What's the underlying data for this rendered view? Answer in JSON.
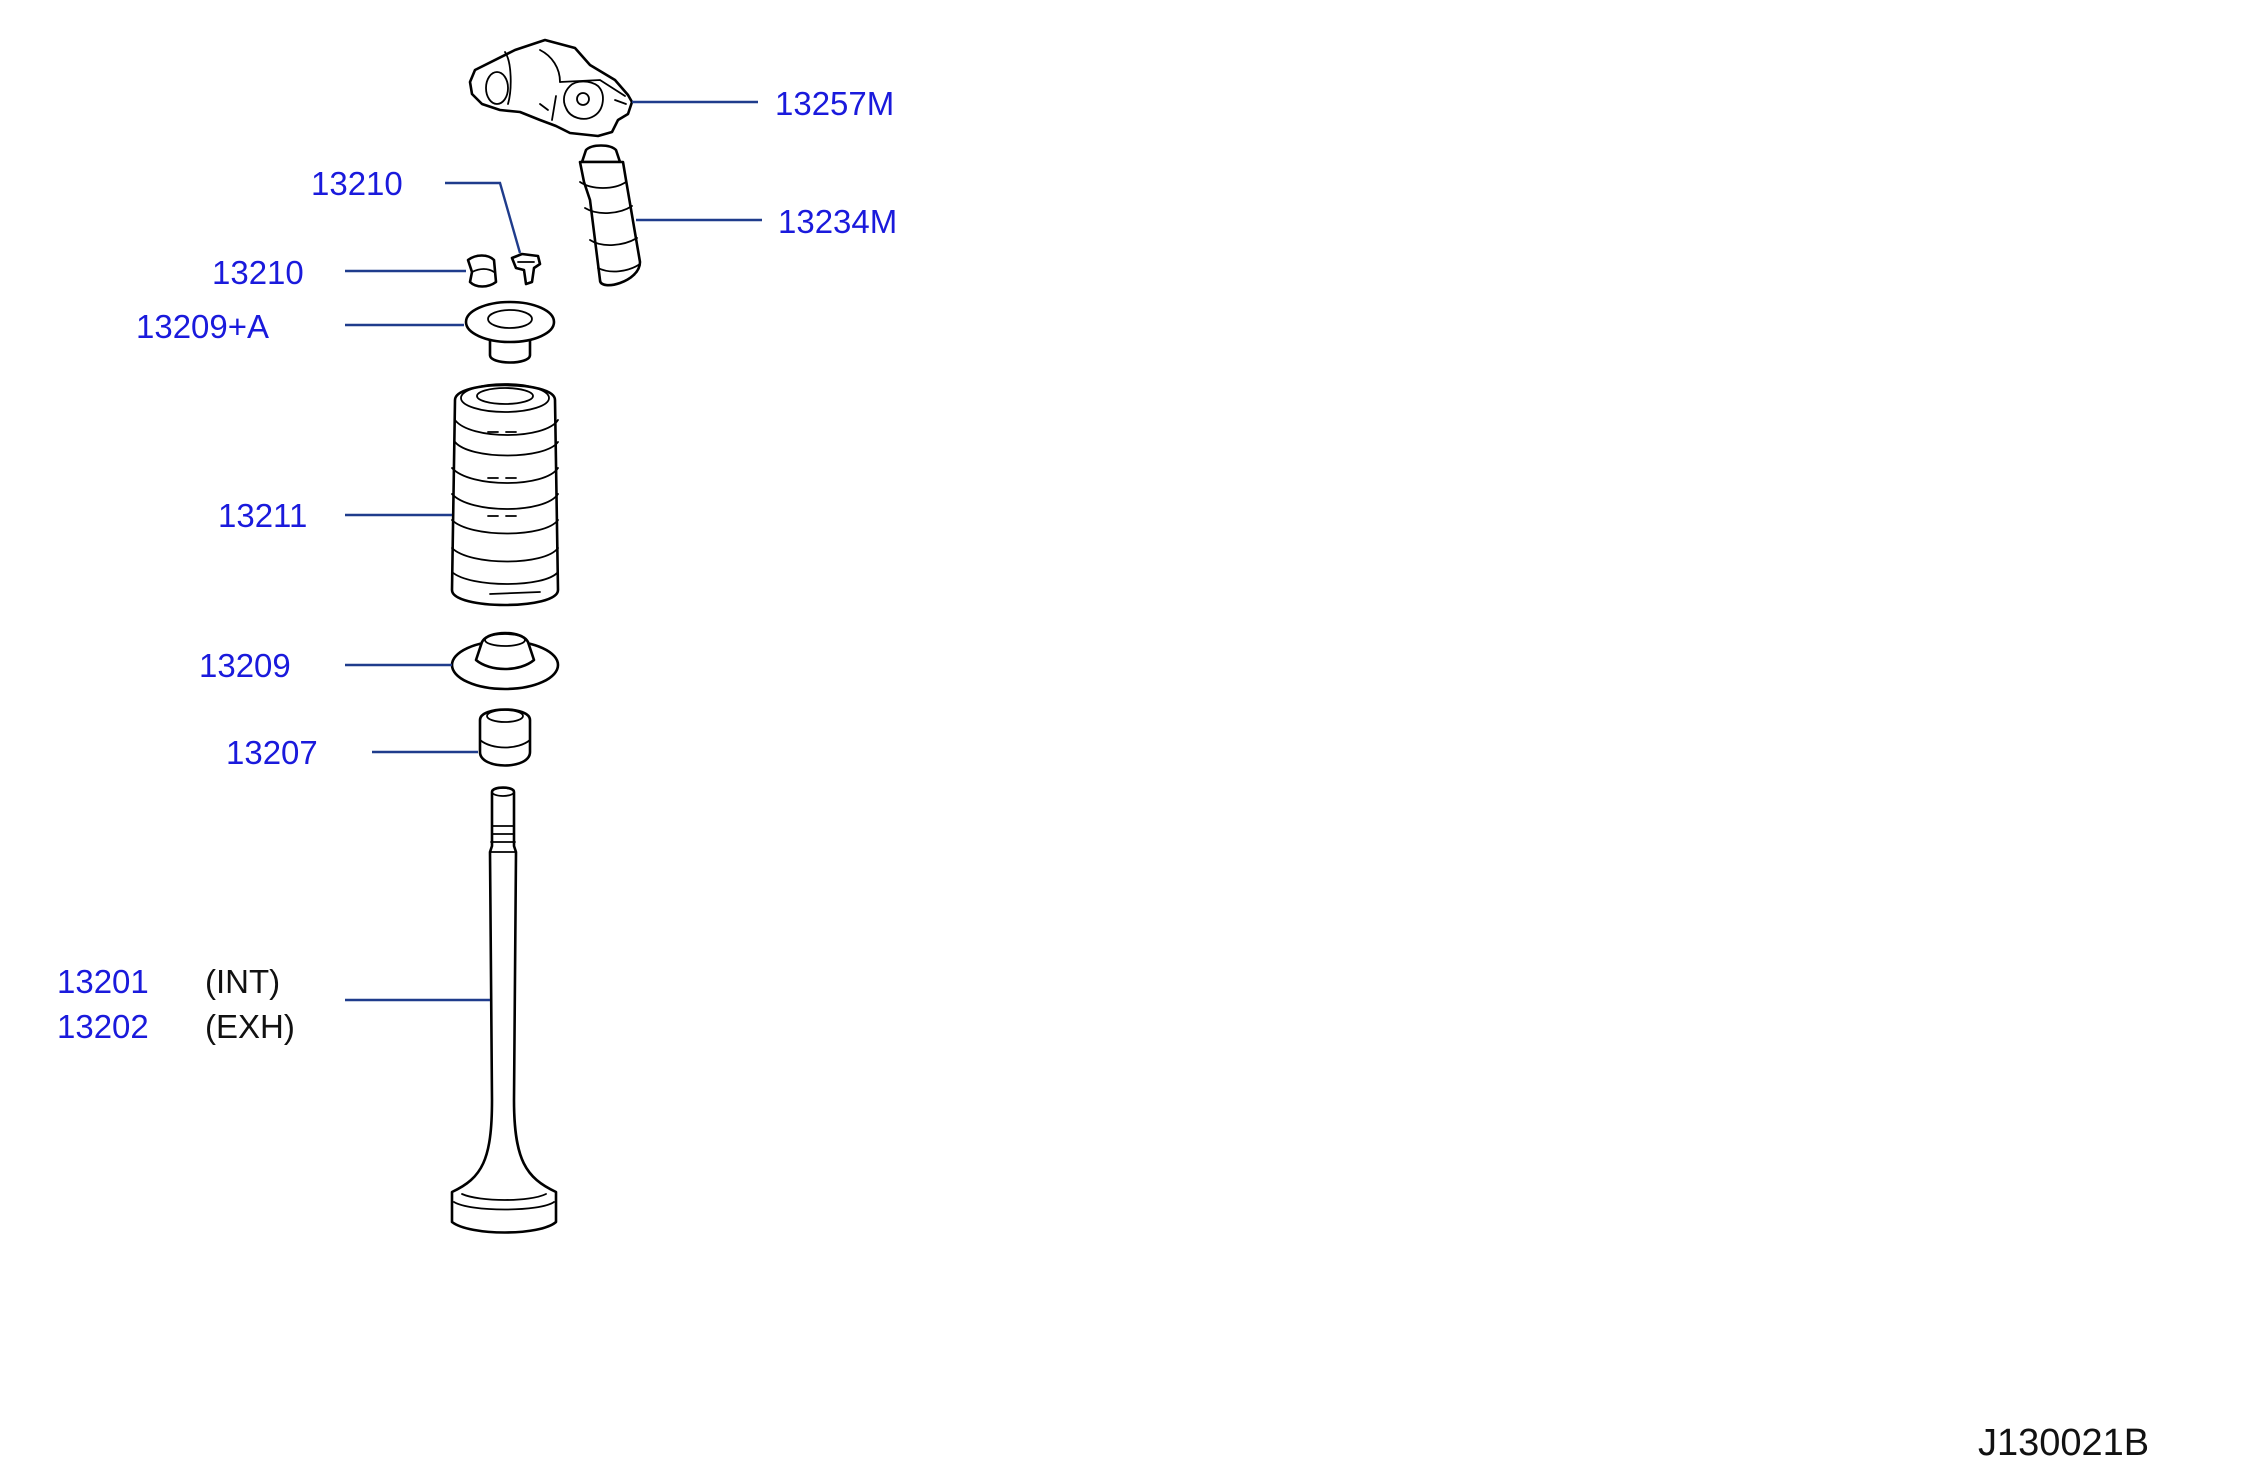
{
  "diagram_code": "J130021B",
  "callouts": {
    "rocker_arm": "13257M",
    "lash_adjuster": "13234M",
    "collet_upper": "13210",
    "collet_lower": "13210",
    "spring_retainer": "13209+A",
    "valve_spring": "13211",
    "spring_seat": "13209",
    "valve_oil_seal": "13207",
    "valve_intake": "13201",
    "valve_intake_note": "(INT)",
    "valve_exhaust": "13202",
    "valve_exhaust_note": "(EXH)"
  },
  "colors": {
    "callout_text": "#1a1adc",
    "leader_line": "#1f3c8c",
    "drawing_line": "#000000",
    "background": "#ffffff"
  }
}
